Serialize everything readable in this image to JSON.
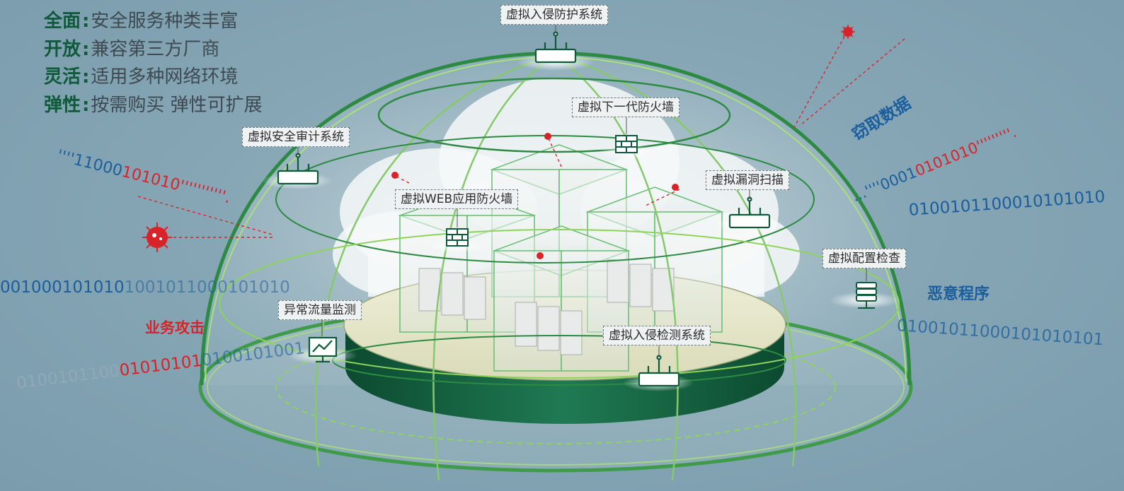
{
  "features": [
    {
      "key": "全面",
      "sep": ":",
      "desc": "安全服务种类丰富"
    },
    {
      "key": "开放",
      "sep": ":",
      "desc": "兼容第三方厂商"
    },
    {
      "key": "灵活",
      "sep": ":",
      "desc": "适用多种网络环境"
    },
    {
      "key": "弹性",
      "sep": ":",
      "desc": "按需购买 弹性可扩展"
    }
  ],
  "components": {
    "ips": "虚拟入侵防护系统",
    "ngfw": "虚拟下一代防火墙",
    "audit": "虚拟安全审计系统",
    "waf": "虚拟WEB应用防火墙",
    "scan": "虚拟漏洞扫描",
    "config": "虚拟配置检查",
    "traffic": "异常流量监测",
    "ids": "虚拟入侵检测系统"
  },
  "threats": {
    "steal": "窃取数据",
    "malware": "恶意程序",
    "attack": "业务攻击"
  },
  "binary": {
    "left_top_grey": "''''11000",
    "left_top_red": "101010",
    "left_top_tail": "'''''''''''.",
    "left_mid_blue": "001000101010",
    "left_mid_grey": "1001011000101010",
    "left_bottom_grey": "0100101100",
    "left_bottom_red": "01010101",
    "left_bottom_blue": "0100101001",
    "right_top_grey": "...''''0001",
    "right_top_red": "0101010",
    "right_top_tail": "'''''''''.",
    "right_mid_blue": "0100101100010101010",
    "right_bottom_blue": "01001011000101010101"
  },
  "colors": {
    "dome_green": "#2c8a43",
    "bright_green": "#8ed45a",
    "dark_green": "#0f5a3a",
    "threat_red": "#d8232a",
    "binary_blue": "#1a5e9e",
    "background": "#86a6b5"
  }
}
